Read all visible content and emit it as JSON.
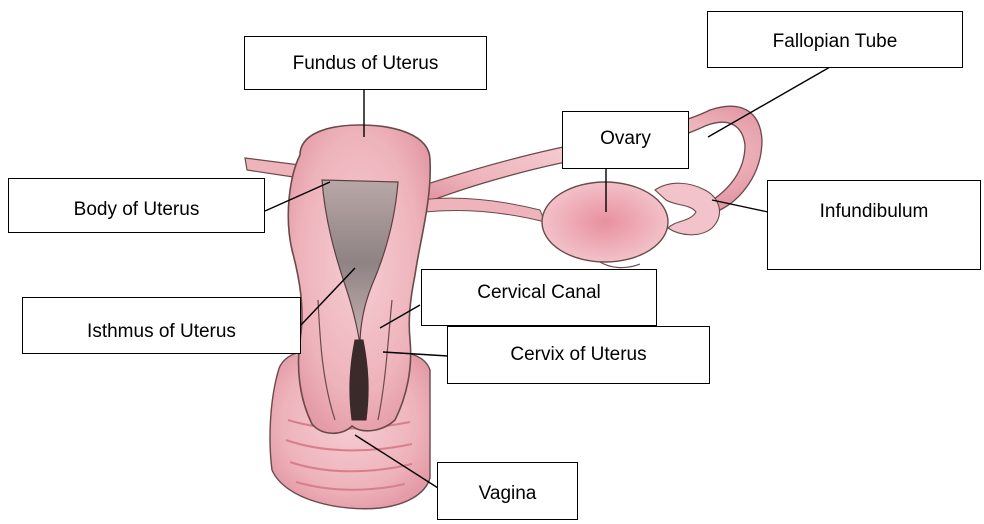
{
  "labels": {
    "fallopian_tube": "Fallopian Tube",
    "fundus": "Fundus of Uterus",
    "ovary": "Ovary",
    "body": "Body of Uterus",
    "infundibulum": "Infundibulum",
    "cervical_canal": "Cervical Canal",
    "isthmus": "Isthmus of Uterus",
    "cervix": "Cervix of Uterus",
    "vagina": "Vagina"
  },
  "colors": {
    "tissue": "#eeb3bb",
    "tissue_dark": "#d97f8c",
    "cavity": "#a89a9a",
    "outline": "#6a4a4a",
    "label_border": "#000000"
  }
}
